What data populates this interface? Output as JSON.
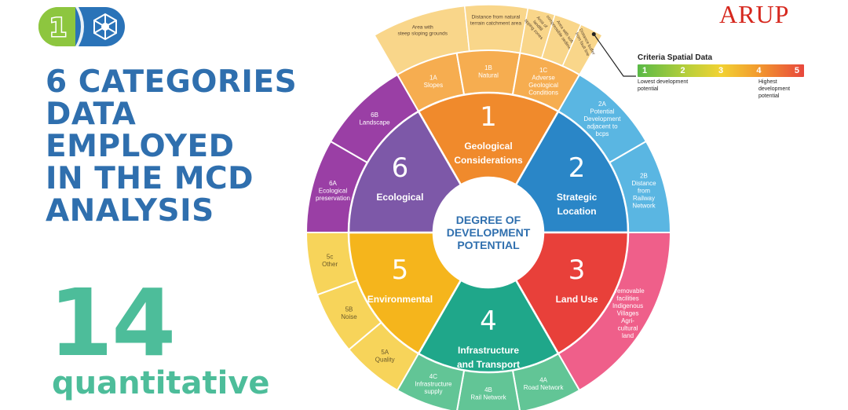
{
  "badge": {
    "step": "1"
  },
  "heading": {
    "lines": [
      "6 CATEGORIES",
      "DATA",
      "EMPLOYED",
      "IN THE MCD",
      "ANALYSIS"
    ]
  },
  "stat": {
    "number": "14",
    "caption": "quantitative"
  },
  "brand": {
    "logo_text": "ARUP"
  },
  "legend": {
    "title": "Criteria Spatial Data",
    "scale": [
      "1",
      "2",
      "3",
      "4",
      "5"
    ],
    "low_label": "Lowest development potential",
    "high_label": "Highest development potential"
  },
  "wheel": {
    "center": [
      "DEGREE OF",
      "DEVELOPMENT",
      "POTENTIAL"
    ],
    "categories": [
      {
        "number": "1",
        "title": [
          "Geological",
          "Considerations"
        ],
        "color": "#f08a2c"
      },
      {
        "number": "2",
        "title": [
          "Strategic",
          "Location"
        ],
        "color": "#2a86c7"
      },
      {
        "number": "3",
        "title": [
          "Land Use"
        ],
        "color": "#e8403a"
      },
      {
        "number": "4",
        "title": [
          "Infrastructure",
          "and Transport"
        ],
        "color": "#1fa78a"
      },
      {
        "number": "5",
        "title": [
          "Environmental"
        ],
        "color": "#f5b51c"
      },
      {
        "number": "6",
        "title": [
          "Ecological"
        ],
        "color": "#7d58a8"
      }
    ],
    "criteria": [
      {
        "label": [
          "1A",
          "Slopes"
        ],
        "color": "#f6ad50"
      },
      {
        "label": [
          "1B",
          "Natural"
        ],
        "color": "#f6ad50"
      },
      {
        "label": [
          "1C",
          "Adverse",
          "Geological",
          "Conditions"
        ],
        "color": "#f6ad50"
      },
      {
        "label": [
          "2A",
          "Potential",
          "Development",
          "adjacent to",
          "bcps"
        ],
        "color": "#5ab6e2"
      },
      {
        "label": [
          "2B",
          "Distance",
          "from",
          "Railway",
          "Network"
        ],
        "color": "#5ab6e2"
      },
      {
        "label": [
          "Irremovable",
          "facilities",
          "Indigenous",
          "Villages",
          "Agri-",
          "cultural",
          "land"
        ],
        "color": "#ef5f8a"
      },
      {
        "label": [
          "4A",
          "Road Network"
        ],
        "color": "#62c596"
      },
      {
        "label": [
          "4B",
          "Rail Network"
        ],
        "color": "#62c596"
      },
      {
        "label": [
          "4C",
          "Infrastructure",
          "supply"
        ],
        "color": "#62c596"
      },
      {
        "label": [
          "5A",
          "Quality"
        ],
        "color": "#f7d45a"
      },
      {
        "label": [
          "5B",
          "Noise"
        ],
        "color": "#f7d45a"
      },
      {
        "label": [
          "5c",
          "Other"
        ],
        "color": "#f7d45a"
      },
      {
        "label": [
          "6A",
          "Ecological",
          "preservation"
        ],
        "color": "#9a3fa5"
      },
      {
        "label": [
          "6B",
          "Landscape"
        ],
        "color": "#9a3fa5"
      }
    ],
    "extensions": [
      {
        "label": [
          "Area with",
          "steep sloping grounds"
        ]
      },
      {
        "label": [
          "Distance from natural",
          "terrain catchment area"
        ]
      },
      {
        "label": [
          "Area of",
          "landfill",
          "tipping zones"
        ]
      },
      {
        "label": [
          "Area with soft",
          "compressible sediments"
        ]
      },
      {
        "label": [
          "Distance buffer",
          "from fault line"
        ]
      }
    ],
    "extension_color": "#f9d68a"
  }
}
